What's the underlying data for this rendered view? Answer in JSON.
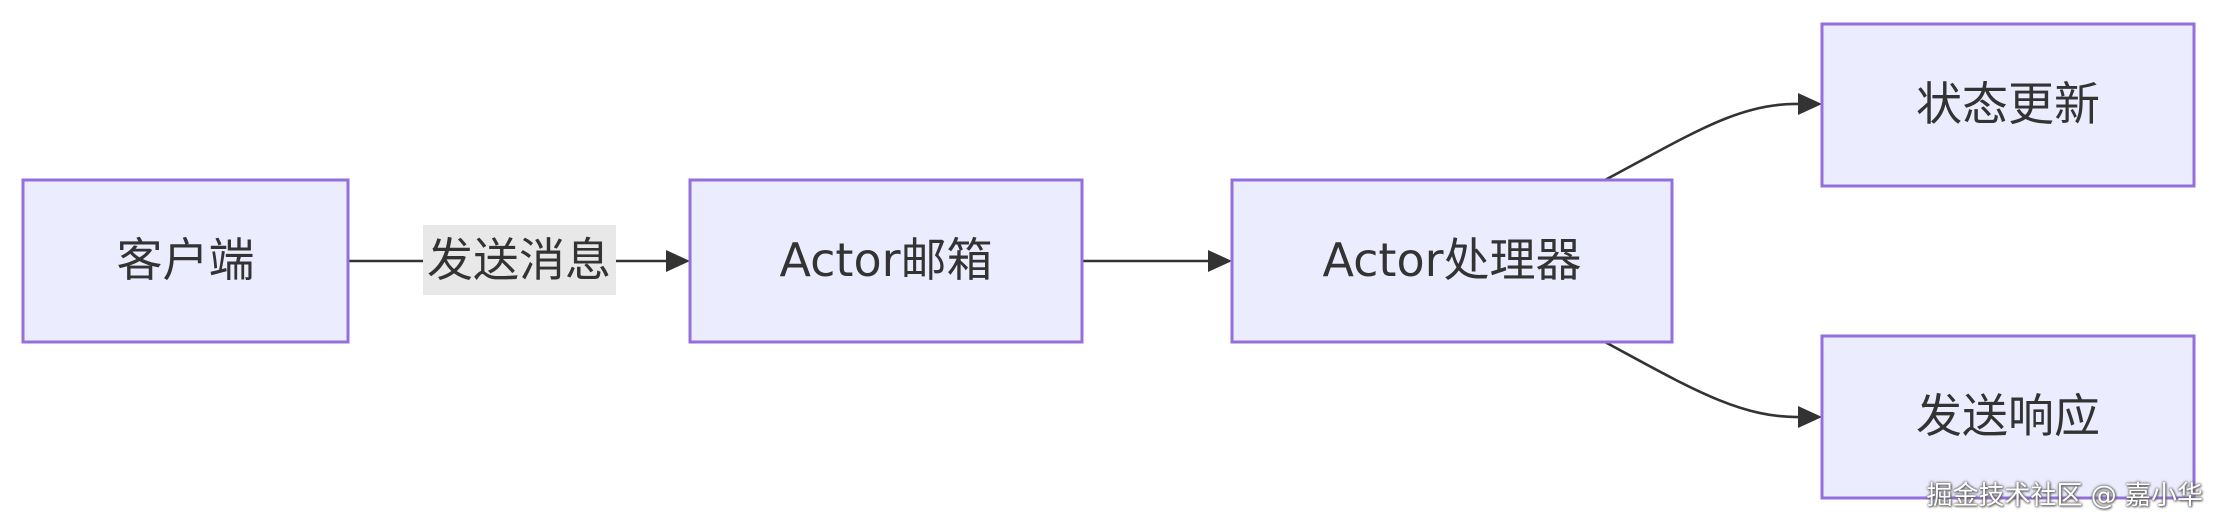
{
  "diagram": {
    "nodes": {
      "client": {
        "label": "客户端"
      },
      "mailbox": {
        "label": "Actor邮箱"
      },
      "processor": {
        "label": "Actor处理器"
      },
      "state_update": {
        "label": "状态更新"
      },
      "send_response": {
        "label": "发送响应"
      }
    },
    "edges": {
      "client_to_mailbox": {
        "label": "发送消息"
      }
    },
    "colors": {
      "node_fill": "#ECECFF",
      "node_border": "#9370DB",
      "edge": "#333333",
      "edge_label_bg": "#e8e8e8",
      "text": "#333333"
    }
  },
  "watermark": "掘金技术社区 @ 嘉小华"
}
